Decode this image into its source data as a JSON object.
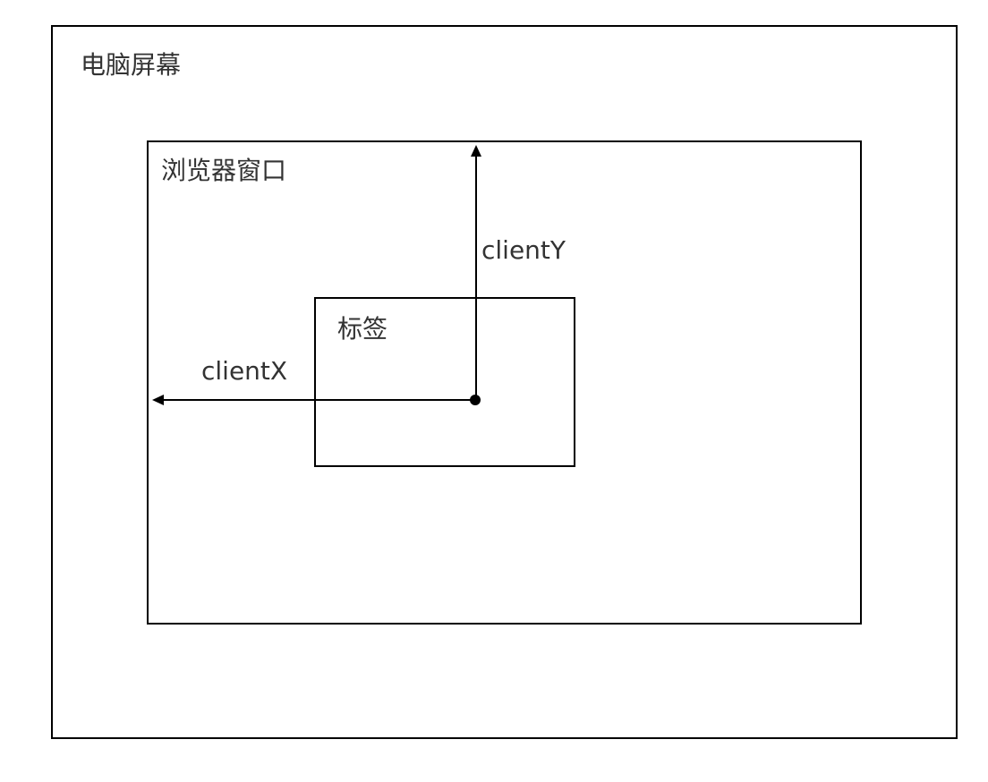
{
  "diagram": {
    "screen_label": "电脑屏幕",
    "window_label": "浏览器窗口",
    "element_label": "标签",
    "client_x_label": "clientX",
    "client_y_label": "clientY"
  },
  "colors": {
    "stroke": "#000000",
    "text": "#333333",
    "background": "#ffffff"
  }
}
